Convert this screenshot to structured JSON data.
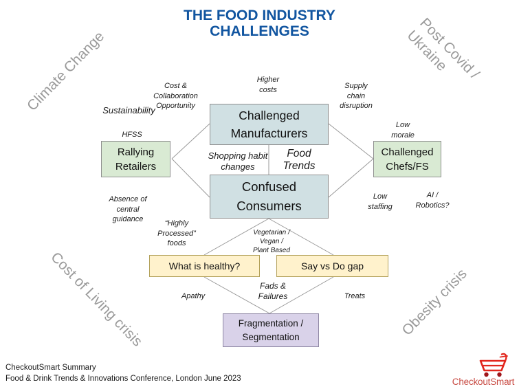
{
  "title": {
    "text": "THE FOOD INDUSTRY\nCHALLENGES"
  },
  "corner_labels": {
    "top_left": "Climate Change",
    "top_right": "Post Covid /\nUkraine",
    "bottom_left": "Cost of Living crisis",
    "bottom_right": "Obesity crisis"
  },
  "boxes": {
    "rallying_retailers": {
      "label": "Rallying\nRetailers"
    },
    "challenged_manufacturers": {
      "label": "Challenged\nManufacturers"
    },
    "challenged_chefs": {
      "label": "Challenged\nChefs/FS"
    },
    "confused_consumers": {
      "label": "Confused\nConsumers"
    },
    "what_is_healthy": {
      "label": "What is healthy?"
    },
    "say_vs_do_gap": {
      "label": "Say vs Do gap"
    },
    "fragmentation": {
      "label": "Fragmentation /\nSegmentation"
    }
  },
  "annotations": {
    "sustainability": "Sustainability",
    "cost_collaboration": "Cost &\nCollaboration\nOpportunity",
    "higher_costs": "Higher\ncosts",
    "supply_chain": "Supply\nchain\ndisruption",
    "hfss": "HFSS",
    "low_morale": "Low\nmorale",
    "shopping_habit": "Shopping habit\nchanges",
    "food_trends": "Food\nTrends",
    "low_staffing": "Low\nstaffing",
    "ai_robotics": "AI /\nRobotics?",
    "absence_guidance": "Absence of\ncentral\nguidance",
    "highly_processed": "“Highly\nProcessed”\nfoods",
    "vegetarian": "Vegetarian /\nVegan /\nPlant Based",
    "apathy": "Apathy",
    "fads_failures": "Fads &\nFailures",
    "treats": "Treats"
  },
  "footer": {
    "line1": "CheckoutSmart Summary",
    "line2": "Food & Drink Trends & Innovations Conference, London June 2023"
  },
  "logo": {
    "text": "CheckoutSmart"
  },
  "colors": {
    "title_blue": "#1155a0",
    "corner_gray": "#9a9a9a",
    "connector_gray": "#999999",
    "box_blue": "#d0e0e3",
    "box_green": "#d9ead3",
    "box_yellow": "#fff2cc",
    "box_purple": "#d9d2e9",
    "logo_red": "#d7261d"
  }
}
